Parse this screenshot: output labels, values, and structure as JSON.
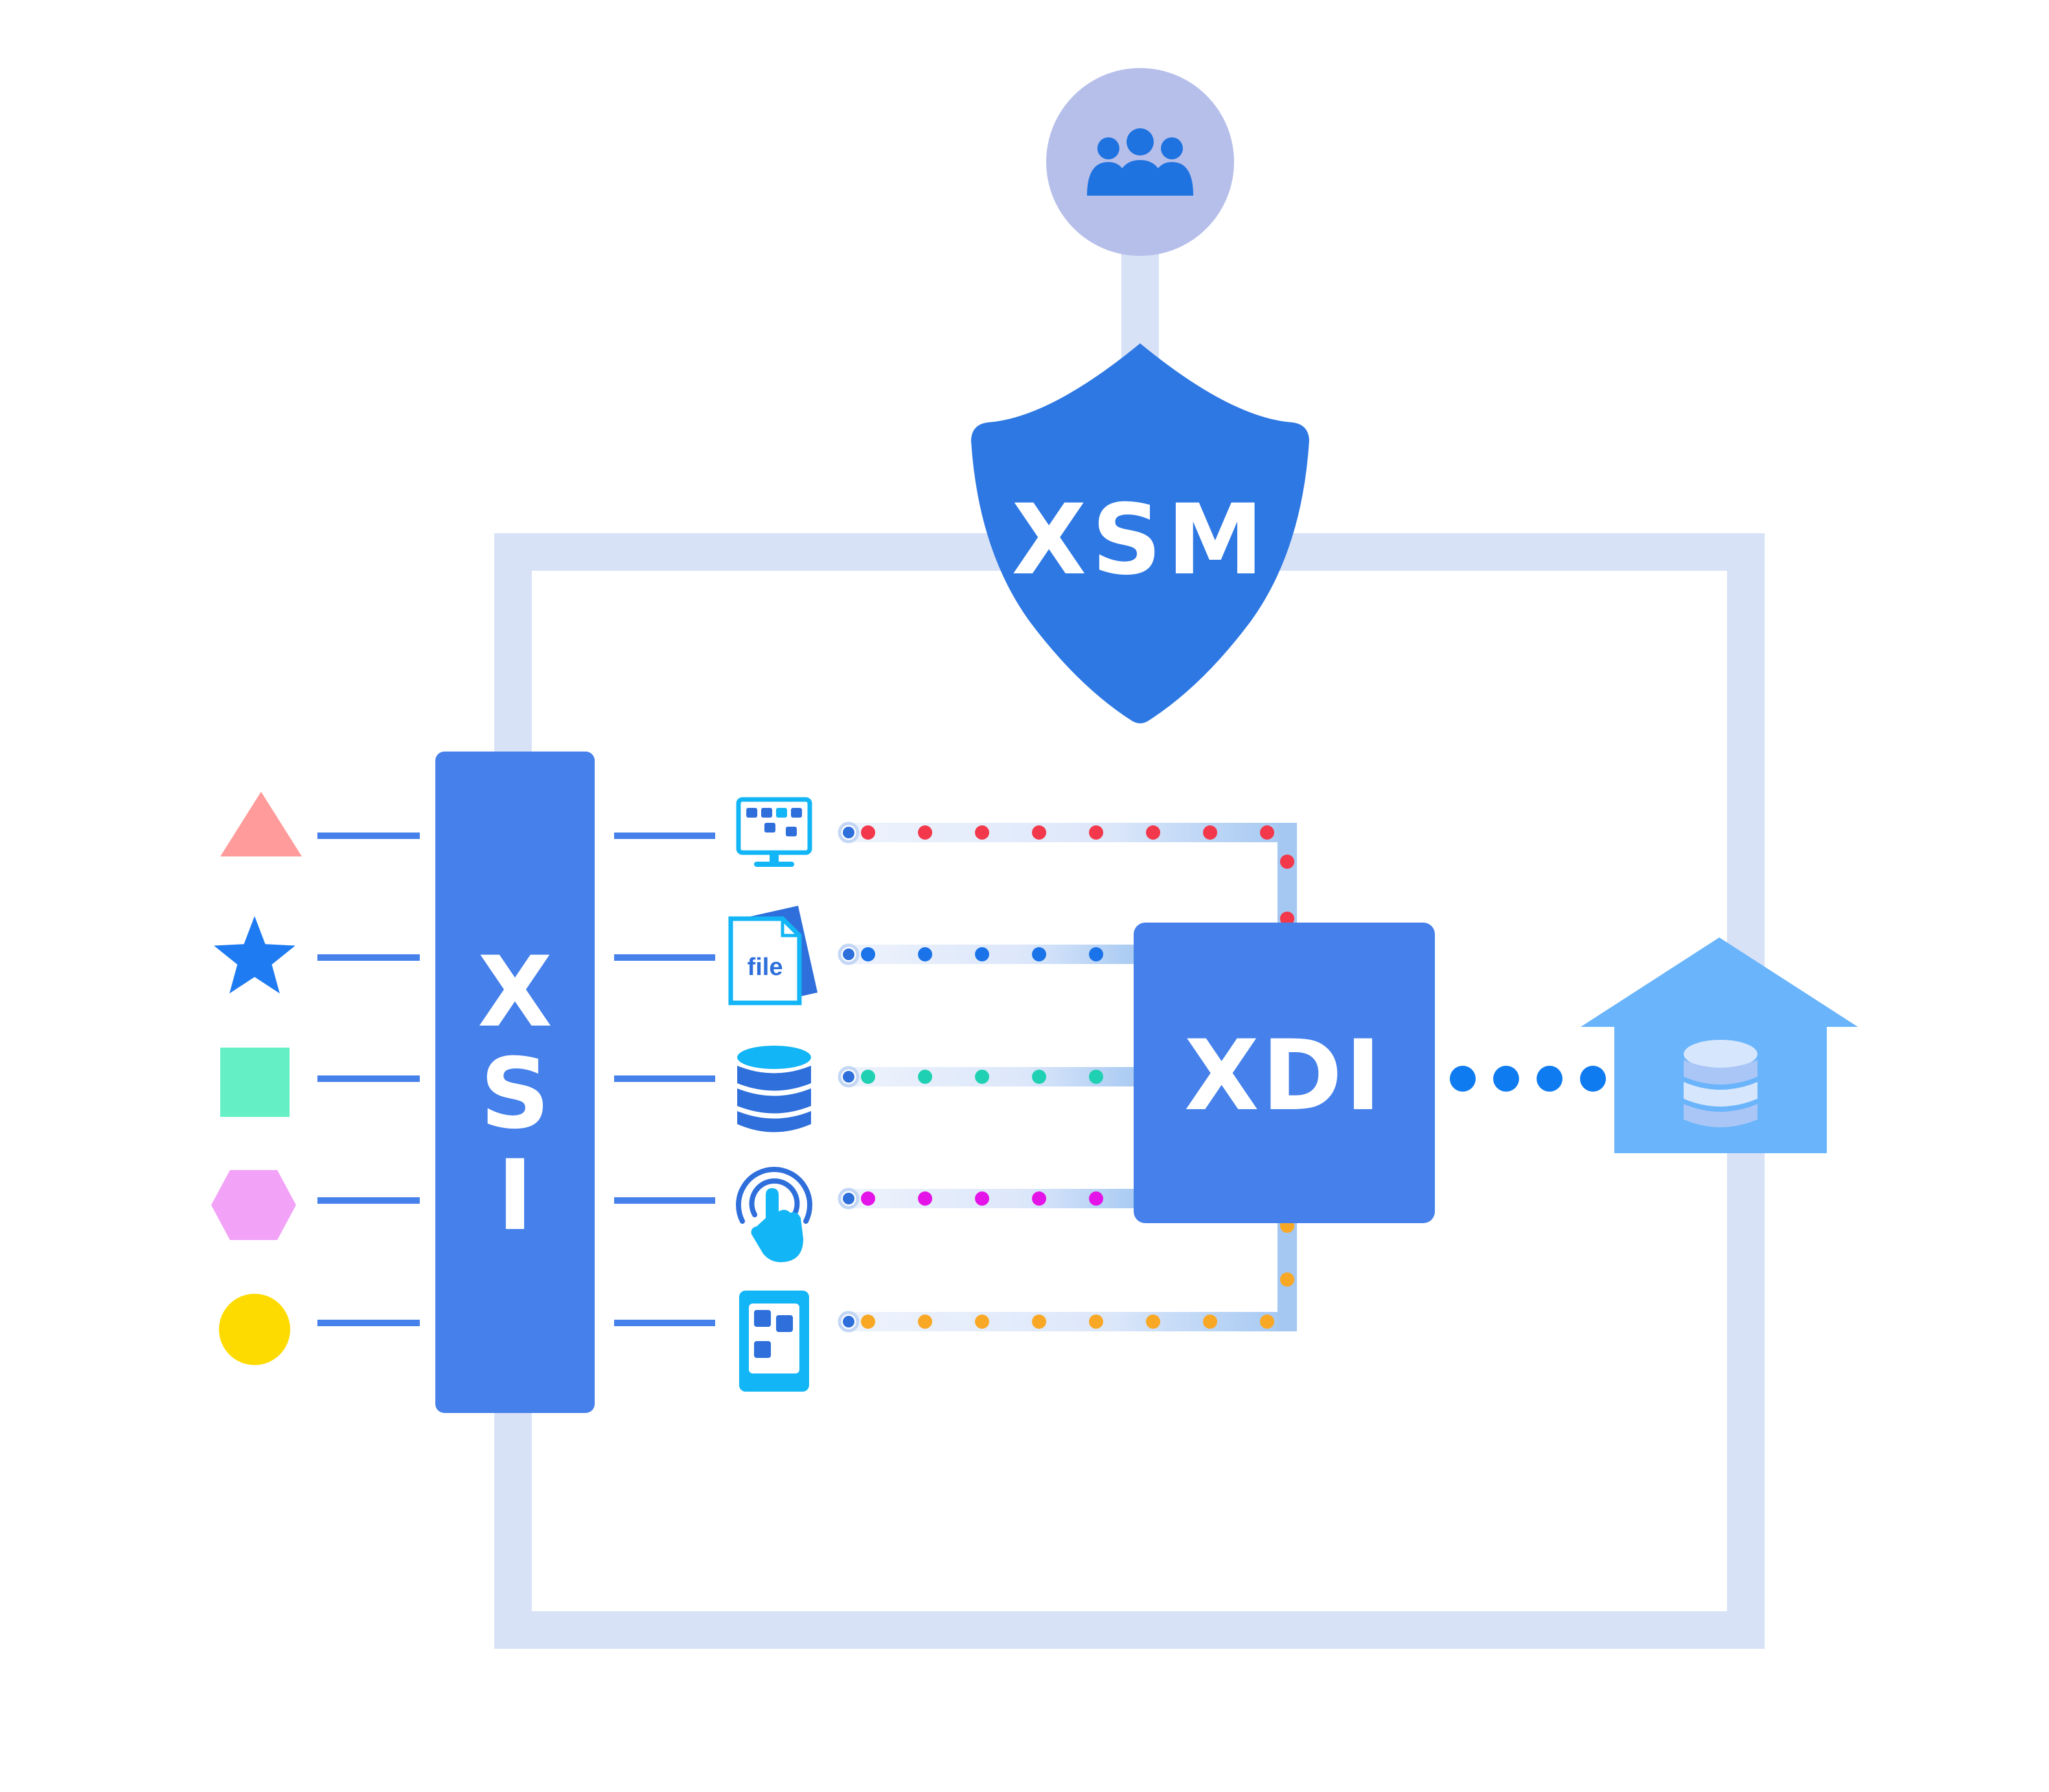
{
  "labels": {
    "xsm": "XSM",
    "xdi": "XDI",
    "xsi_letters": [
      "X",
      "S",
      "I"
    ],
    "file": "file"
  },
  "sources": [
    {
      "shape": "triangle-icon",
      "color": "#FF9B9B"
    },
    {
      "shape": "star-icon",
      "color": "#1F7BF2"
    },
    {
      "shape": "square-icon",
      "color": "#64EFC4"
    },
    {
      "shape": "hexagon-icon",
      "color": "#F2A2F7"
    },
    {
      "shape": "circle-icon",
      "color": "#FEDB00"
    }
  ],
  "channels": [
    {
      "icon": "monitor-dashboard-icon",
      "dot_color": "#F2384A"
    },
    {
      "icon": "file-document-icon",
      "dot_color": "#1A73E8"
    },
    {
      "icon": "database-icon",
      "dot_color": "#1FD1B2"
    },
    {
      "icon": "touch-click-icon",
      "dot_color": "#E414E8"
    },
    {
      "icon": "tablet-app-icon",
      "dot_color": "#F9A825"
    }
  ],
  "icons": {
    "top": "users-group-icon",
    "shield": "shield-icon",
    "destination": "warehouse-database-icon"
  },
  "colors": {
    "primary": "#4580EB",
    "shield": "#2E78E4",
    "frame": "#D8E2F7",
    "user_circle": "#B6BFEA",
    "warehouse": "#69B4FB",
    "connector": "#0F7BF0"
  }
}
